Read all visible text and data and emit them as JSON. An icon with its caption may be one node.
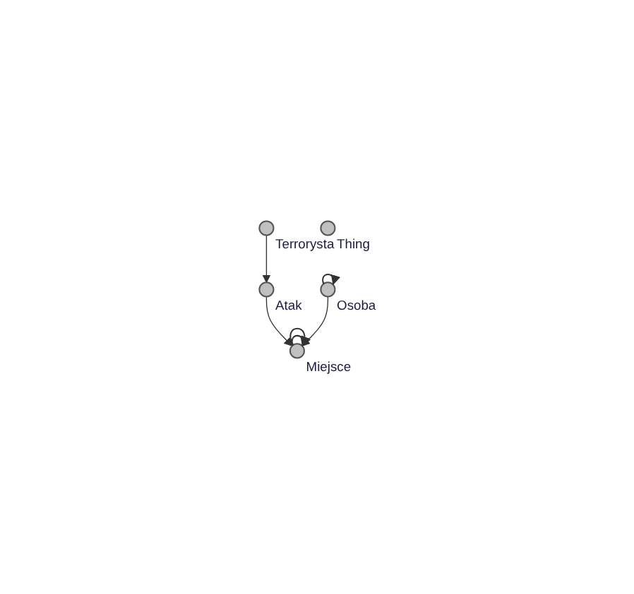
{
  "diagram": {
    "nodes": [
      {
        "text": [],
        "shape": "circle",
        "beside": [
          "Terrorysta"
        ]
      },
      {
        "text": [],
        "shape": "circle",
        "beside": [
          "Thing"
        ]
      },
      {
        "text": [],
        "shape": "circle",
        "beside": [
          "Atak"
        ]
      },
      {
        "text": [],
        "shape": "circle",
        "beside": [
          "Miejsce"
        ]
      },
      {
        "text": [],
        "shape": "circle",
        "beside": [
          "Osoba"
        ]
      }
    ],
    "edges": [
      {
        "from": 0,
        "to": 2,
        "arrow": "to"
      },
      {
        "from": 2,
        "to": 3,
        "arrow": "to"
      },
      {
        "from": 3,
        "to": 3,
        "arrow": "to"
      },
      {
        "from": 3,
        "to": 3,
        "arrow": "to"
      },
      {
        "from": 4,
        "to": 3,
        "arrow": "to"
      },
      {
        "from": 4,
        "to": 4,
        "arrow": "to"
      }
    ]
  }
}
